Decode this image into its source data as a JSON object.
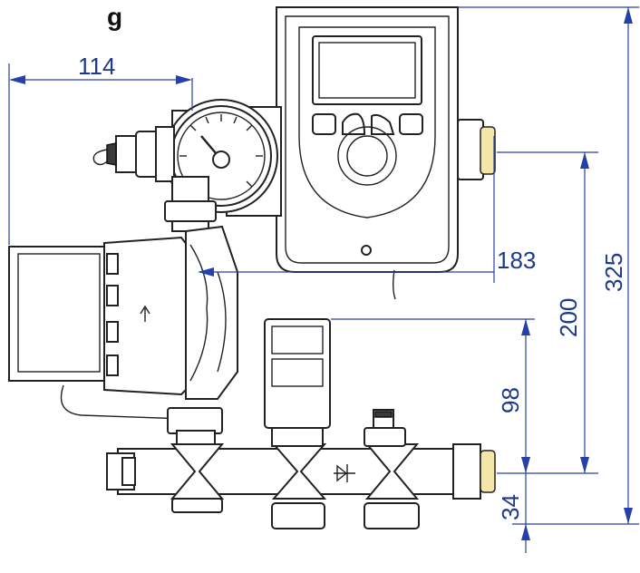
{
  "figure": {
    "title_fragment": "g"
  },
  "dimensions": {
    "width_left": "114",
    "height_mid_right": "183",
    "height_total": "325",
    "height_controller": "200",
    "height_manifold": "98",
    "height_bottom": "34"
  },
  "symbols": {
    "check_valve": "check-valve-symbol",
    "flow_arrow": "flow-direction-arrow"
  },
  "colors": {
    "dimension": "#2540a8",
    "brass_fitting": "#f3e6a6",
    "outline": "#222222"
  }
}
